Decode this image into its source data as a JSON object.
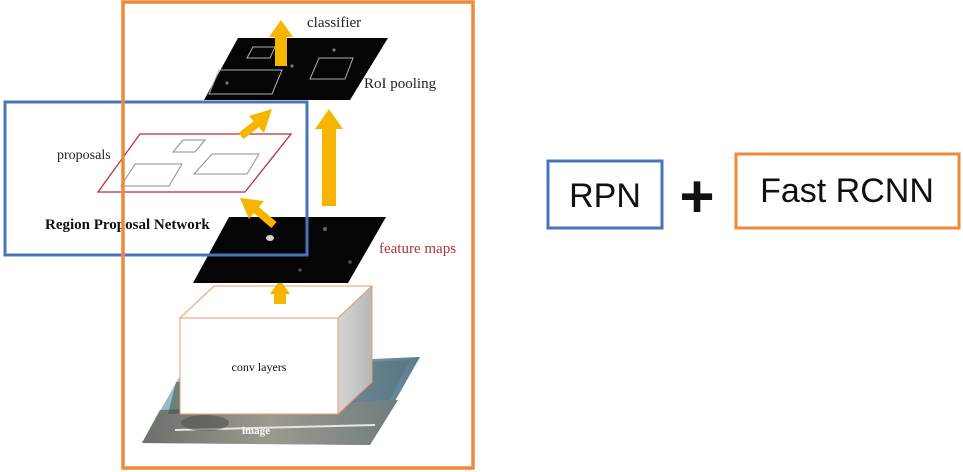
{
  "diagram": {
    "labels": {
      "classifier": "classifier",
      "roi_pooling": "RoI pooling",
      "proposals": "proposals",
      "region_proposal_network": "Region Proposal Network",
      "feature_maps": "feature maps",
      "conv_layers": "conv layers",
      "image": "image"
    },
    "equation": {
      "left_term": "RPN",
      "operator": "+",
      "right_term": "Fast RCNN"
    },
    "colors": {
      "rpn_box": "#4a74b8",
      "fast_rcnn_box": "#ee8a3c",
      "arrow": "#f7b500",
      "feature_map": "#050505",
      "proposal_outline": "#b3323b",
      "feature_maps_label": "#b3323b"
    }
  }
}
